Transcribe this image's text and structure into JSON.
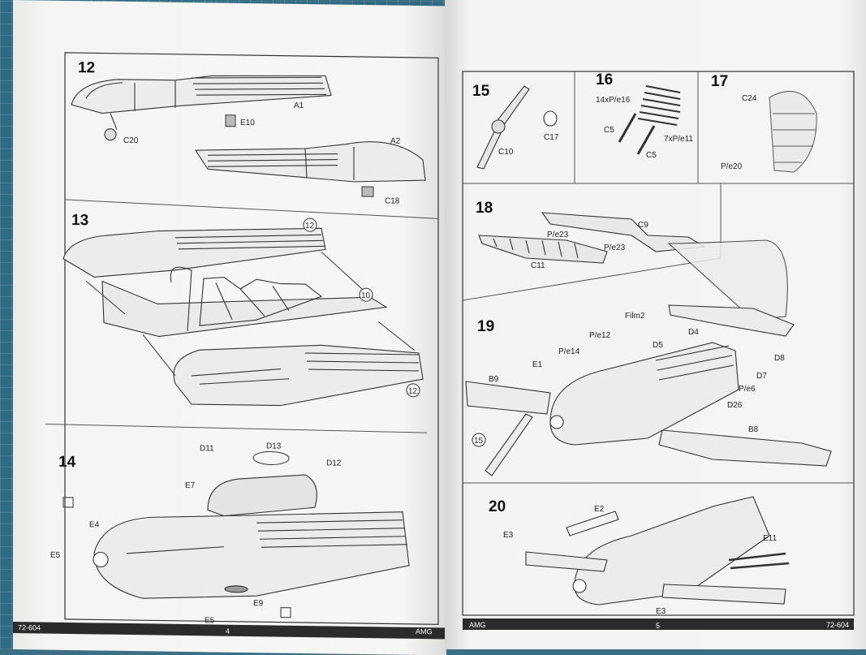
{
  "left_page": {
    "steps": [
      "12",
      "13",
      "14"
    ],
    "step12_parts": [
      "A1",
      "E10",
      "C20",
      "A2",
      "C18"
    ],
    "step13_refs": [
      "12",
      "10",
      "12"
    ],
    "step14_parts": [
      "D11",
      "D13",
      "D12",
      "E7",
      "E4",
      "E5",
      "E9",
      "E5"
    ],
    "footer": {
      "code": "72-604",
      "page": "4",
      "brand": "AMG"
    }
  },
  "right_page": {
    "steps": [
      "15",
      "16",
      "17",
      "18",
      "19",
      "20"
    ],
    "step15_parts": [
      "C17",
      "C10"
    ],
    "step16_parts": [
      "14xP/e16",
      "C5",
      "7xP/e11",
      "C5"
    ],
    "step17_parts": [
      "C24",
      "P/e20"
    ],
    "step18_parts": [
      "C9",
      "P/e23",
      "P/e23",
      "C11"
    ],
    "step19_parts": [
      "Film2",
      "P/e12",
      "P/e14",
      "E1",
      "B9",
      "D4",
      "D5",
      "D8",
      "D7",
      "P/e6",
      "D26",
      "B8"
    ],
    "step19_ref": "15",
    "step20_parts": [
      "E2",
      "E3",
      "E11",
      "E3"
    ],
    "footer": {
      "brand": "AMG",
      "page": "5",
      "code": "72-604"
    }
  },
  "colors": {
    "paper": "#f4f4f2",
    "mat": "#2f6a82",
    "ink": "#222222",
    "footer_bar": "#2b2b2b"
  }
}
